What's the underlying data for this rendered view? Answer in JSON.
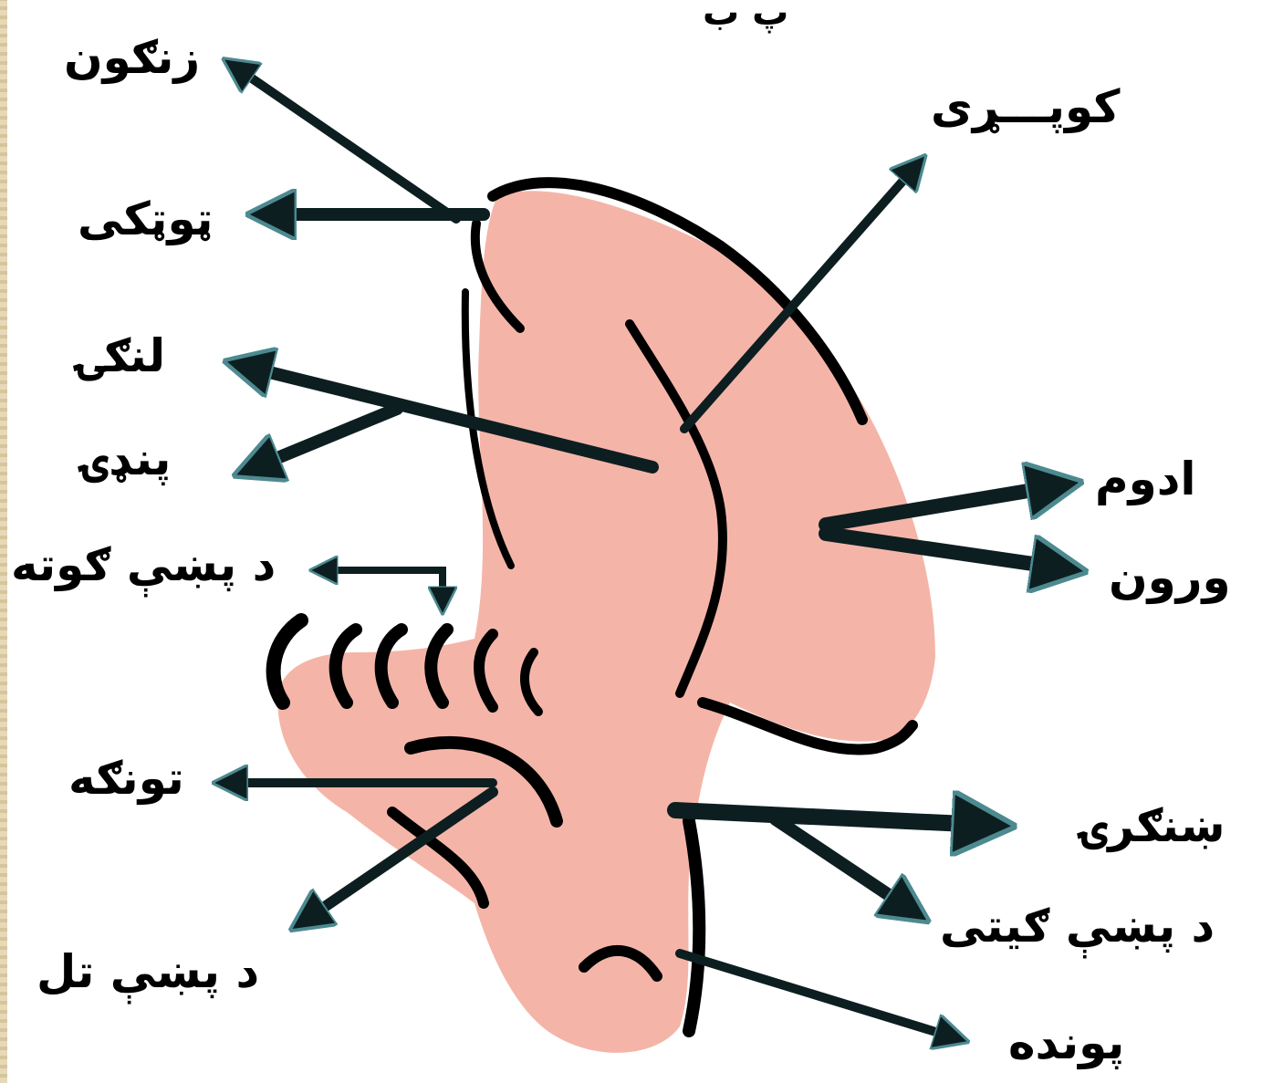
{
  "colors": {
    "skin": "#f4b5a8",
    "outline": "#000000",
    "arrow_fill": "#0d1e21",
    "arrow_edge": "#4c8a90"
  },
  "labels": {
    "top_partial": "پ ب",
    "knee": "زنګون",
    "shin": "کوپـــړی",
    "calf_bone": "ټوټکی",
    "leg": "لنګۍ",
    "shank": "پنډۍ",
    "big_toe": "د پښې ګوته",
    "thigh_extra": "ادوم",
    "calf": "ورون",
    "sole_top": "تونګه",
    "ankle": "ښنګرۍ",
    "instep": "د پښې ګیتی",
    "sole": "د پښې تل",
    "heel": "پونده"
  }
}
